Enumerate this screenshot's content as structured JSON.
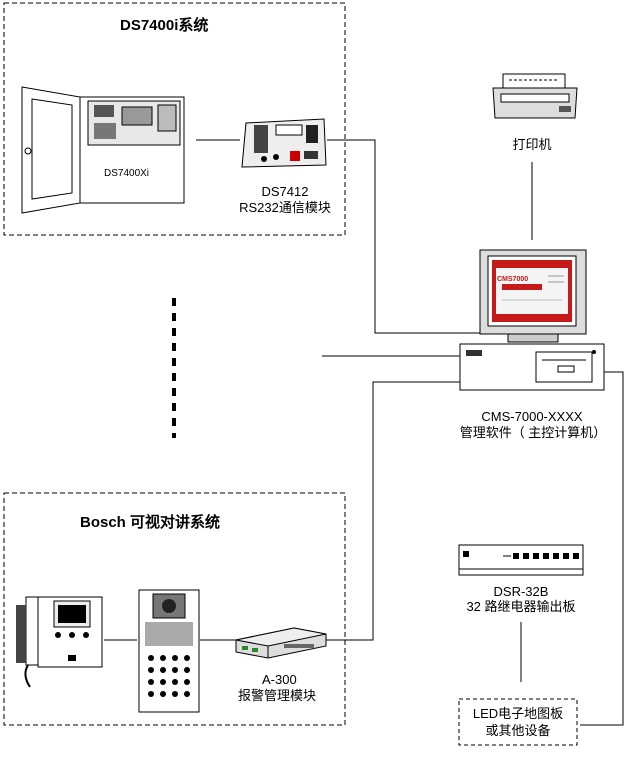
{
  "top_system": {
    "title": "DS7400i系统",
    "panel_label": "DS7400Xi",
    "module_name": "DS7412",
    "module_desc": "RS232通信模块"
  },
  "printer": {
    "label": "打印机"
  },
  "computer": {
    "screen_text": "CMS7000",
    "model": "CMS-7000-XXXX",
    "desc": "管理软件（ 主控计算机）"
  },
  "bottom_system": {
    "title": "Bosch 可视对讲系统",
    "alarm_module_name": "A-300",
    "alarm_module_desc": "报警管理模块"
  },
  "relay_board": {
    "model": "DSR-32B",
    "desc": "32 路继电器输出板"
  },
  "led_board": {
    "line1": "LED电子地图板",
    "line2": "或其他设备"
  }
}
